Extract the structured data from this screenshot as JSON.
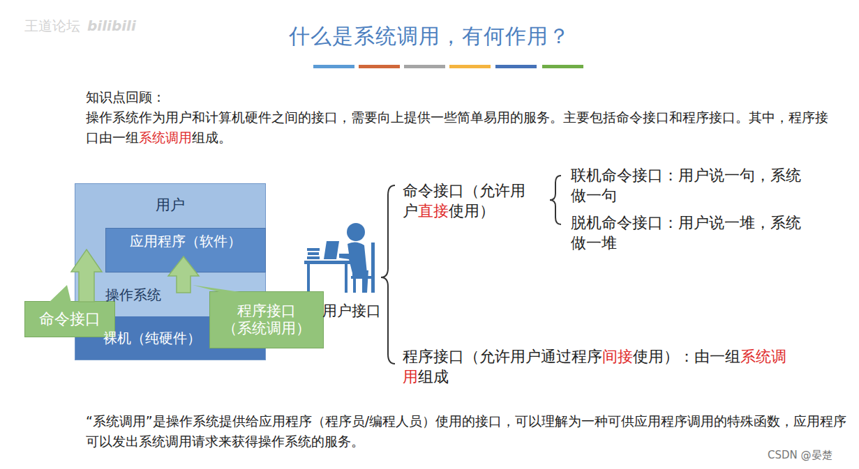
{
  "diagram": {
    "title": "什么是系统调用，有何作用？",
    "nodes": [
      {
        "text": [
          "用户"
        ]
      },
      {
        "text": [
          "应用程序（软件）"
        ],
        "in": 0
      },
      {
        "text": [
          "操作系统"
        ],
        "in": 0
      },
      {
        "text": [
          "裸机（纯硬件）"
        ],
        "in": 0
      },
      {
        "text": [
          "命令接口"
        ]
      },
      {
        "text": [
          "程序接口（系统调用）"
        ]
      }
    ],
    "labels": [
      "王道论坛",
      "bilibili",
      "知识点回顾：",
      "操作系统作为用户和计算机硬件之间的接口，需要向上提供一些简单易用的服务。主要包括命令接口和程序接口。其中，程序接口由一组",
      "系统调用",
      "组成。",
      "用户接口",
      "命令接口（允许用户",
      "直接",
      "使用）",
      "联机命令接口：用户说一句，系统做一句",
      "脱机命令接口：用户说一堆，系统做一堆",
      "程序接口（允许用户通过程序",
      "间接",
      "使用）：由一组",
      "系统调用",
      "组成",
      "“系统调用”是操作系统提供给应用程序（程序员/编程人员）使用的接口，可以理解为一种可供应用程序调用的特殊函数，应用程序可以发出系统调用请求来获得操作系统的服务。",
      "CSDN @晏楚"
    ]
  }
}
